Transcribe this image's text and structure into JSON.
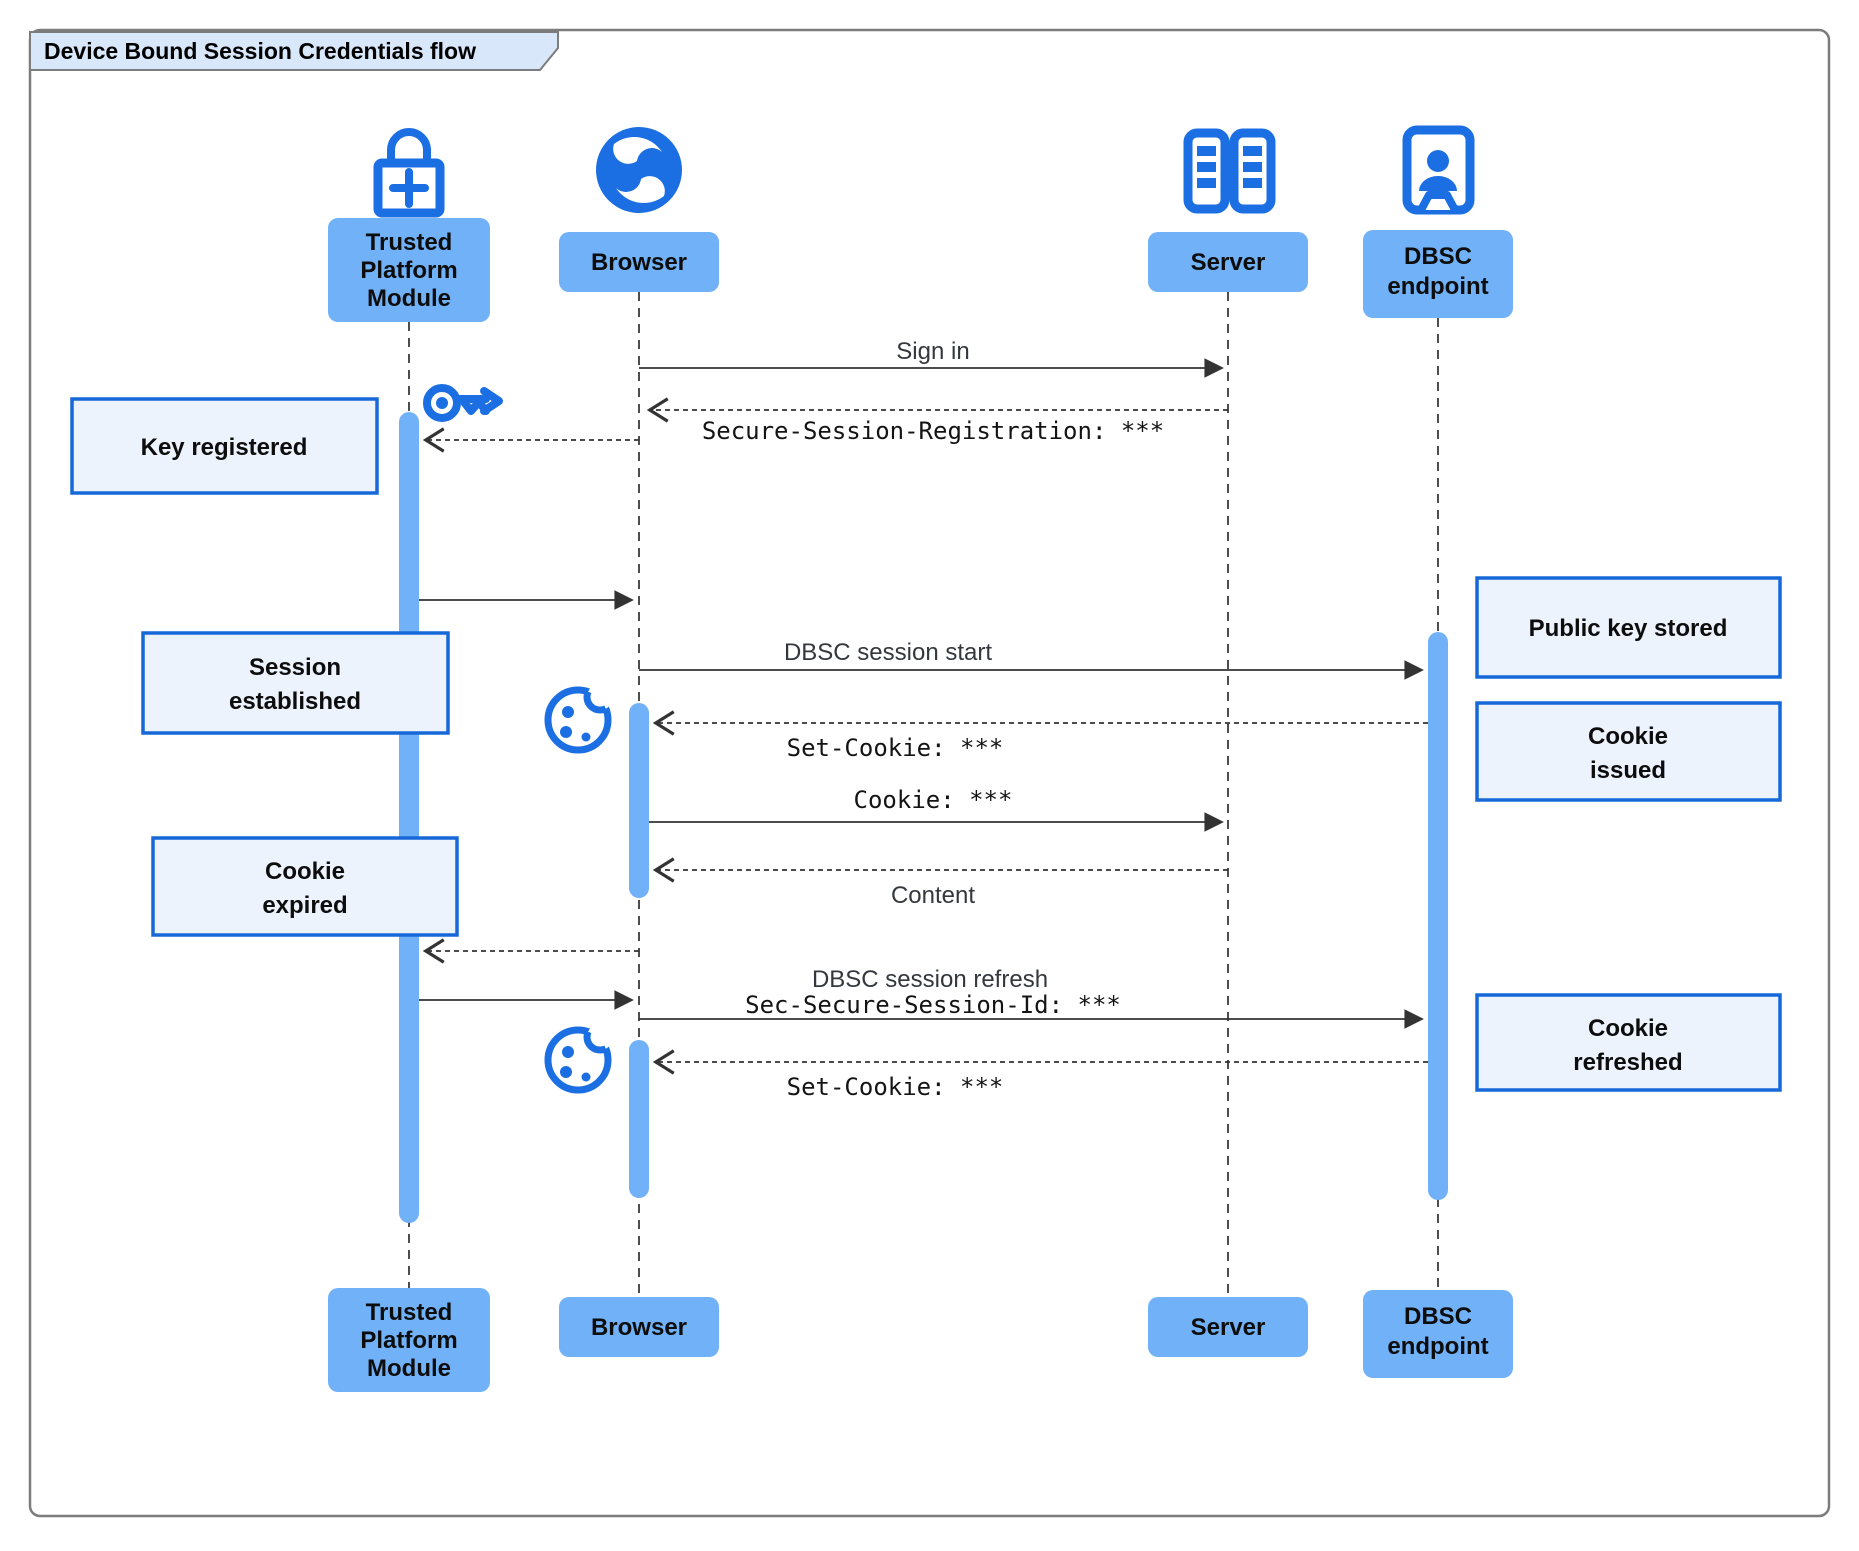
{
  "title": "Device Bound Session Credentials flow",
  "participants": {
    "tpm": {
      "l1": "Trusted",
      "l2": "Platform",
      "l3": "Module",
      "icon": "lock-plus-icon"
    },
    "browser": {
      "label": "Browser",
      "icon": "globe-icon"
    },
    "server": {
      "label": "Server",
      "icon": "server-racks-icon"
    },
    "dbsc": {
      "l1": "DBSC",
      "l2": "endpoint",
      "icon": "doorway-person-icon"
    }
  },
  "messages": {
    "sign_in": "Sign in",
    "secure_session_registration": "Secure-Session-Registration: ***",
    "dbsc_session_start": "DBSC session start",
    "set_cookie_1": "Set-Cookie: ***",
    "cookie": "Cookie: ***",
    "content": "Content",
    "dbsc_session_refresh": "DBSC session refresh",
    "sec_secure_session_id": "Sec-Secure-Session-Id: ***",
    "set_cookie_2": "Set-Cookie: ***"
  },
  "notes": {
    "key_registered": "Key registered",
    "session_established_1": "Session",
    "session_established_2": "established",
    "cookie_expired_1": "Cookie",
    "cookie_expired_2": "expired",
    "public_key_stored": "Public key stored",
    "cookie_issued_1": "Cookie",
    "cookie_issued_2": "issued",
    "cookie_refreshed_1": "Cookie",
    "cookie_refreshed_2": "refreshed"
  },
  "colors": {
    "accent": "#1b6fe3",
    "box": "#70b1f7",
    "notefill": "#edf3fd",
    "noteborder": "#1668d8",
    "line": "#333333",
    "frame": "#7c7c7c",
    "titlefill": "#d9e7fa"
  }
}
